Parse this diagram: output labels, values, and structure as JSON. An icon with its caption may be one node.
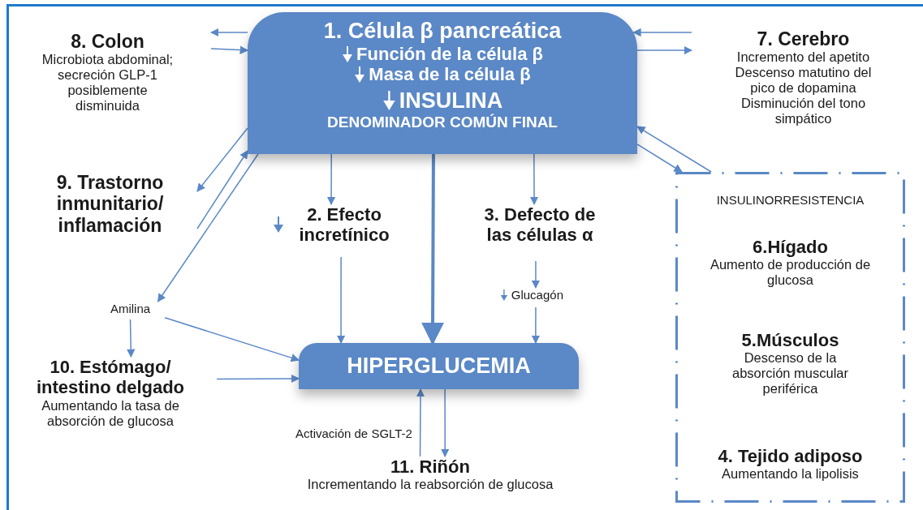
{
  "diagram": {
    "nodes": [
      {
        "text": [
          "1. Célula β pancreática",
          "Función de la célula β",
          "Masa de la célula β",
          "INSULINA",
          "DENOMINADOR COMÚN FINAL"
        ]
      },
      {
        "text": [
          "8. Colon",
          "Microbiota abdominal; secreción GLP-1 posiblemente disminuida"
        ]
      },
      {
        "text": [
          "7. Cerebro",
          "Incremento del apetito Descenso matutino del pico de dopamina Disminución del tono simpático"
        ]
      },
      {
        "text": [
          "9. Trastorno inmunitario/ inflamación"
        ]
      },
      {
        "text": [
          "2. Efecto incretínico"
        ]
      },
      {
        "text": [
          "3. Defecto de las células α"
        ]
      },
      {
        "text": [
          "Amilina"
        ]
      },
      {
        "text": [
          "Glucagón"
        ]
      },
      {
        "text": [
          "INSULINORRESISTENCIA"
        ]
      },
      {
        "text": [
          "6.Hígado",
          "Aumento de producción de glucosa"
        ],
        "in": 8
      },
      {
        "text": [
          "5.Músculos",
          "Descenso de la absorción muscular periférica"
        ],
        "in": 8
      },
      {
        "text": [
          "4. Tejido adiposo",
          "Aumentando la lipolisis"
        ],
        "in": 8
      },
      {
        "text": [
          "10. Estómago/ intestino delgado",
          "Aumentando la tasa de absorción de glucosa"
        ]
      },
      {
        "text": [
          "HIPERGLUCEMIA"
        ]
      },
      {
        "text": [
          "11. Riñón",
          "Incrementando la reabsorción de glucosa"
        ]
      }
    ],
    "edges": [
      {
        "from": 0,
        "to": 1,
        "arrow": "to"
      },
      {
        "from": 1,
        "to": 0,
        "arrow": "to"
      },
      {
        "from": 2,
        "to": 0,
        "arrow": "to"
      },
      {
        "from": 0,
        "to": 2,
        "arrow": "to"
      },
      {
        "from": 0,
        "to": 3,
        "arrow": "to"
      },
      {
        "from": 3,
        "to": 0,
        "arrow": "to"
      },
      {
        "from": 0,
        "to": 6,
        "arrow": "to"
      },
      {
        "from": 8,
        "to": 0,
        "arrow": "to"
      },
      {
        "from": 0,
        "to": 8,
        "arrow": "to"
      },
      {
        "from": 0,
        "to": 4,
        "arrow": "to"
      },
      {
        "from": 0,
        "to": 13,
        "arrow": "to",
        "style": "thick"
      },
      {
        "from": 0,
        "to": 5,
        "arrow": "to"
      },
      {
        "from": 4,
        "to": 13,
        "arrow": "to"
      },
      {
        "from": 5,
        "to": 7,
        "arrow": "to"
      },
      {
        "from": 7,
        "to": 13,
        "arrow": "to"
      },
      {
        "from": 6,
        "to": 12,
        "arrow": "to"
      },
      {
        "from": 6,
        "to": 13,
        "arrow": "to"
      },
      {
        "from": 12,
        "to": 13,
        "arrow": "to"
      },
      {
        "from": 14,
        "to": 13,
        "arrow": "to",
        "label": "Activación de SGLT-2"
      },
      {
        "from": 13,
        "to": 14,
        "arrow": "to"
      }
    ]
  }
}
